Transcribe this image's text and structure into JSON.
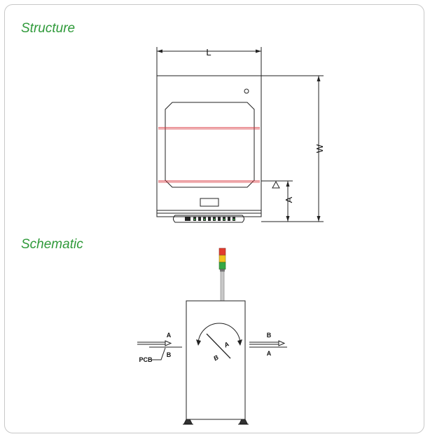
{
  "sections": {
    "structure_title": "Structure",
    "schematic_title": "Schematic"
  },
  "structure": {
    "dim_length": "L",
    "dim_width": "W",
    "dim_height": "A"
  },
  "schematic": {
    "in_top": "A",
    "in_bottom": "B",
    "pcb_label": "PCB",
    "out_top": "B",
    "out_bottom": "A",
    "rot_top": "A",
    "rot_bottom": "B"
  },
  "colors": {
    "title_green": "#2f9a3a",
    "rail_red": "#d9363e",
    "lamp_red": "#e23b2e",
    "lamp_yellow": "#f2c21b",
    "lamp_green": "#35a845"
  }
}
